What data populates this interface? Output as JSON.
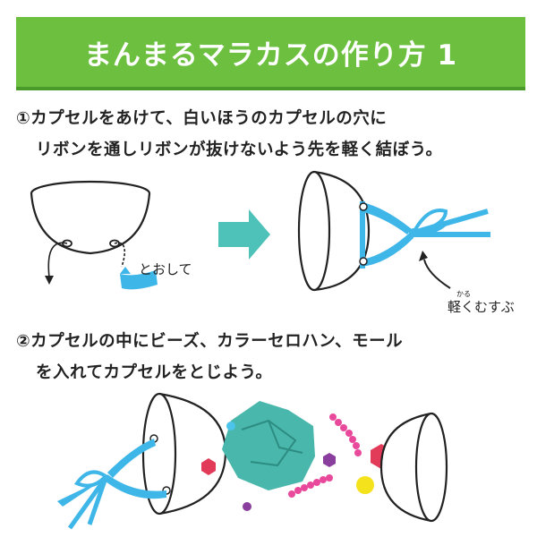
{
  "title": "まんまるマラカスの作り方 1",
  "step1": {
    "line1": "①カプセルをあけて、白いほうのカプセルの穴に",
    "line2": "リボンを通しリボンが抜けないよう先を軽く結ぼう。",
    "through_label": "とおして",
    "tie_label": "軽くむすぶ",
    "tie_ruby": "かる"
  },
  "step2": {
    "line1": "②カプセルの中にビーズ、カラーセロハン、モール",
    "line2": "を入れてカプセルをとじよう。"
  },
  "colors": {
    "banner": "#6dc03f",
    "ribbon": "#3fb6e8",
    "arrow": "#4ec2b8",
    "cellophane": "#49b7ab",
    "mole": "#e9499a",
    "bead_red": "#e23b5a",
    "bead_purple": "#8a3e9e",
    "bead_yellow": "#f4e21c",
    "bead_cyan": "#4cc3ea"
  }
}
